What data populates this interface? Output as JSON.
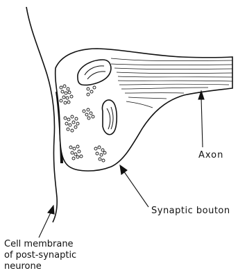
{
  "labels": {
    "axon": "Axon",
    "bouton": "Synaptic bouton",
    "membrane_line1": "Cell membrane",
    "membrane_line2": "of post-synaptic",
    "membrane_line3": "neurone"
  },
  "colors": {
    "ink": "#111111",
    "background": "#ffffff"
  }
}
